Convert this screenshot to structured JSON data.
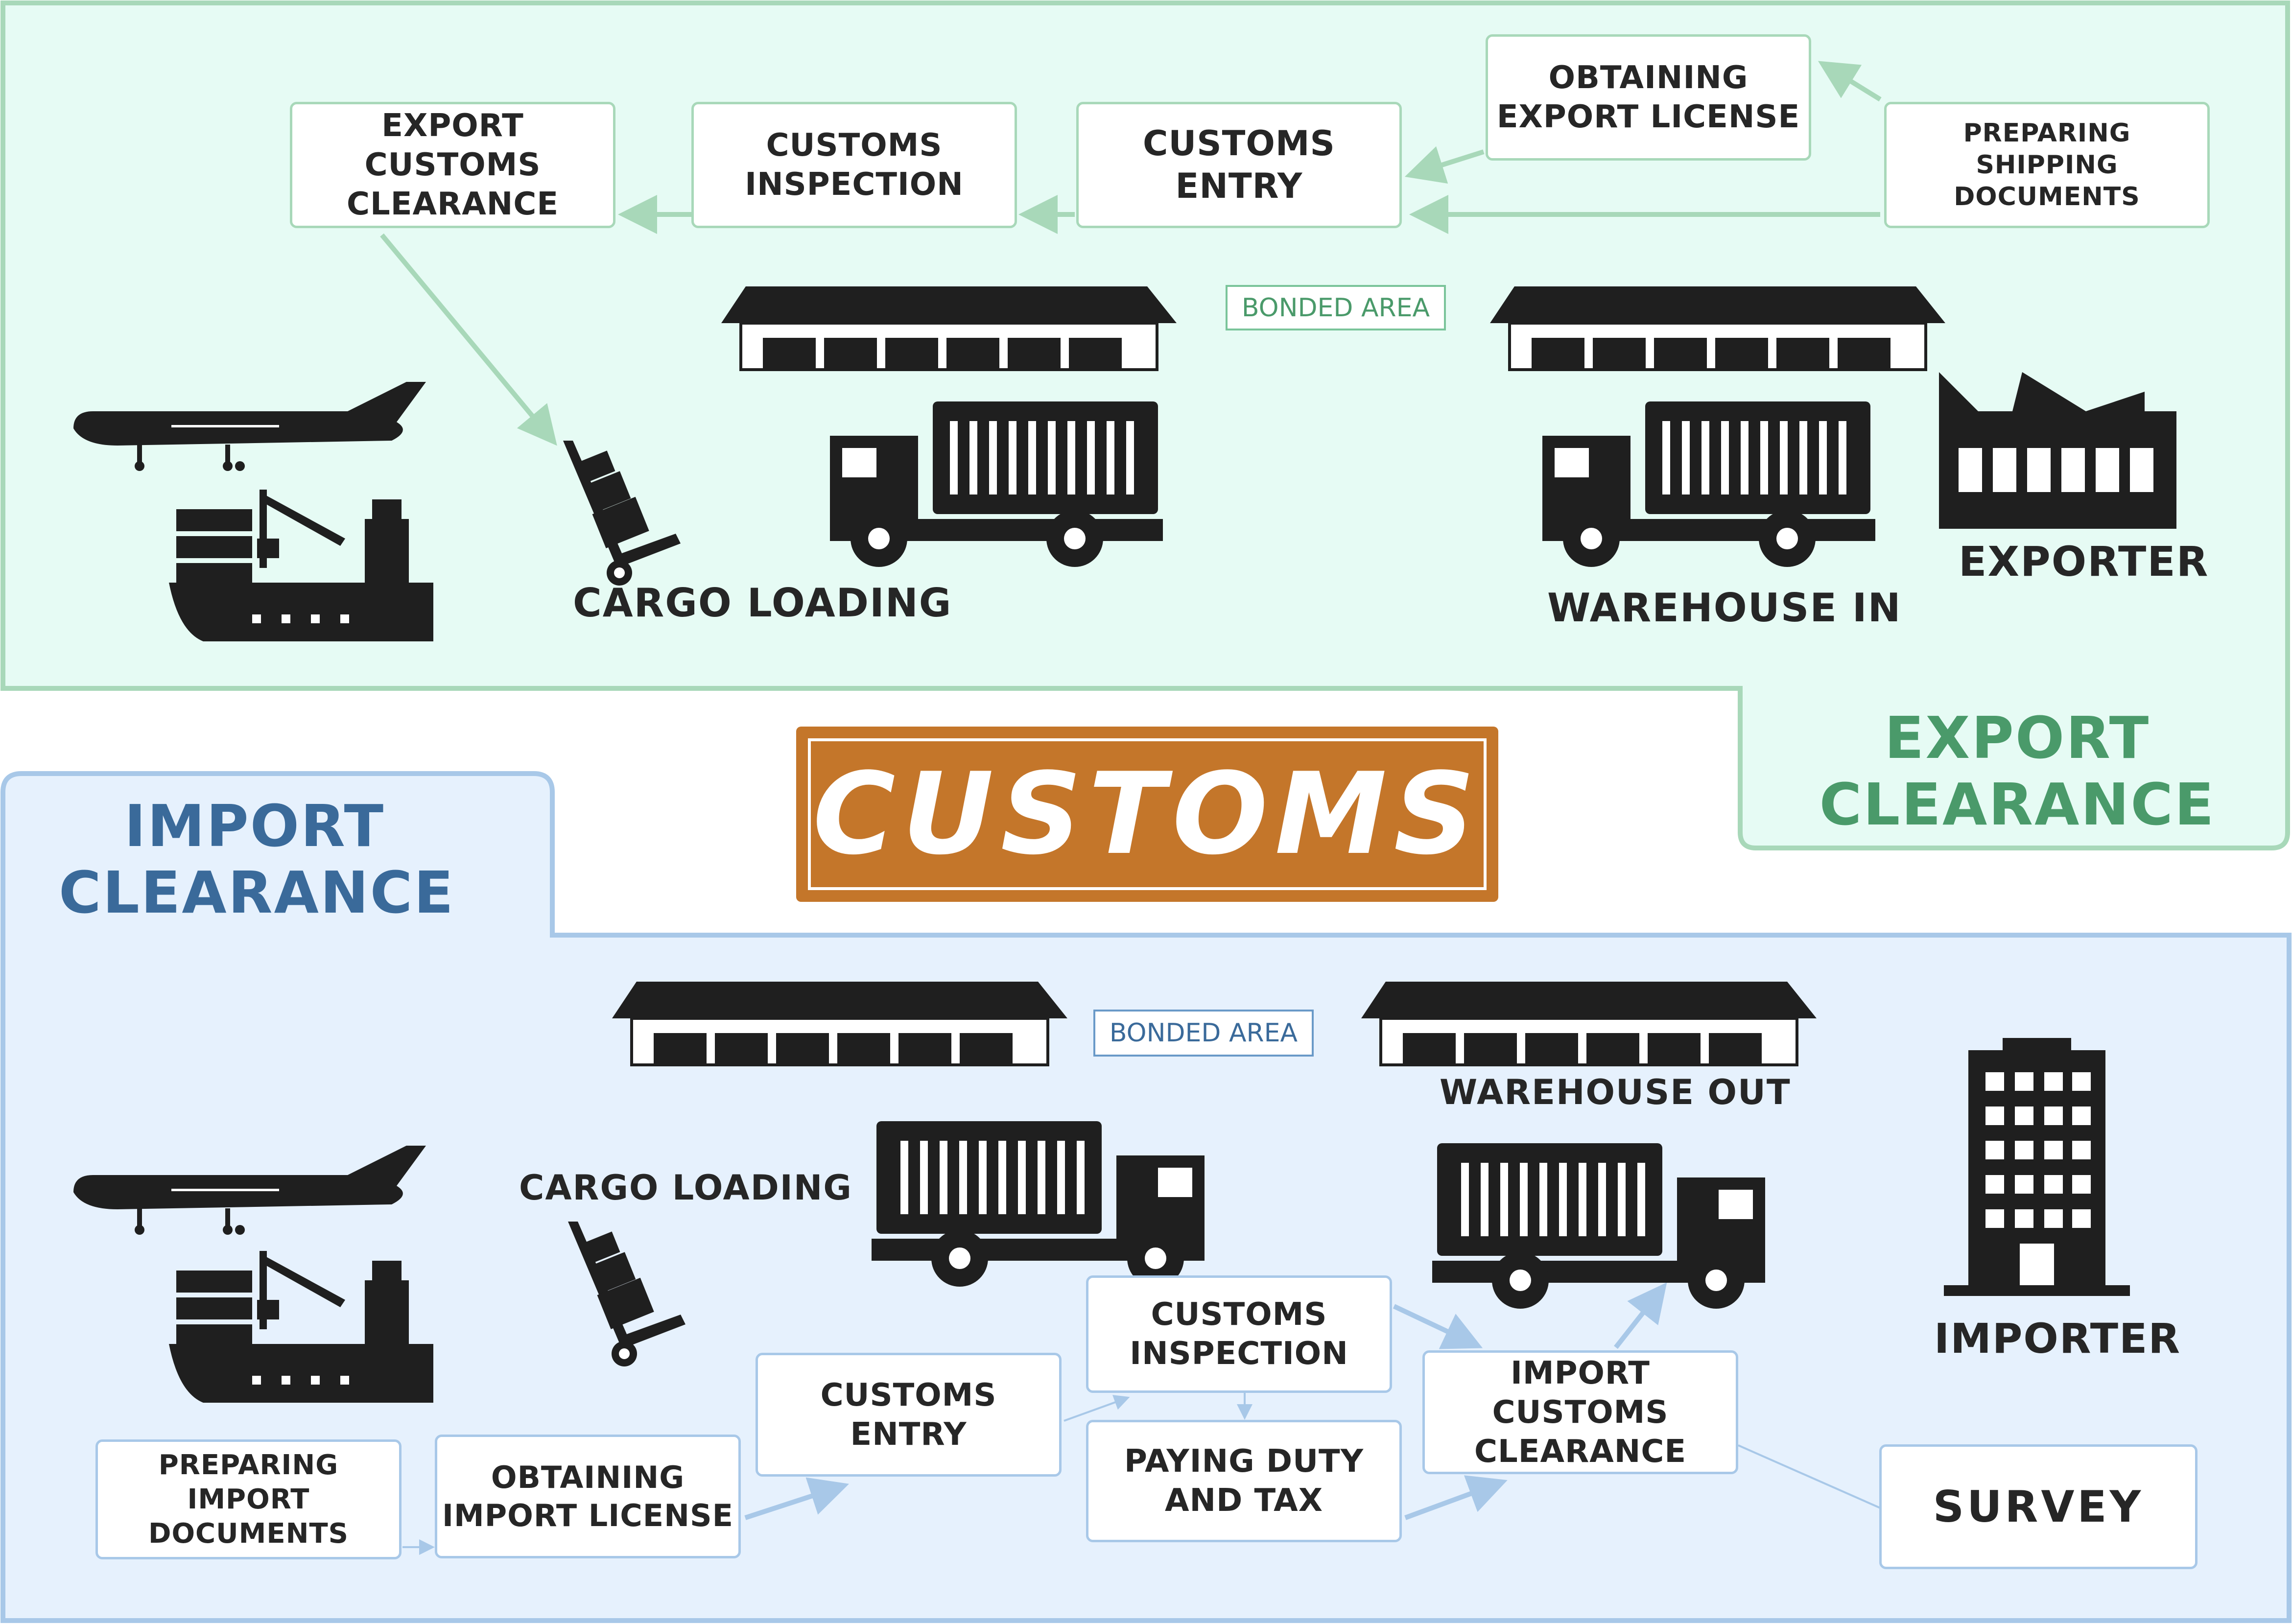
{
  "colors": {
    "export_fill": "#e6fbf4",
    "export_border": "#a8d8b9",
    "export_title": "#4a9a6a",
    "import_fill": "#e6f1fd",
    "import_border": "#a8c8e8",
    "import_title": "#3a6a9a",
    "banner": "#c4762a",
    "icon": "#1f1f1f"
  },
  "banner": {
    "title": "CUSTOMS"
  },
  "export": {
    "title": "EXPORT\nCLEARANCE",
    "steps": {
      "export_customs_clearance": "EXPORT CUSTOMS\nCLEARANCE",
      "customs_inspection": "CUSTOMS\nINSPECTION",
      "customs_entry": "CUSTOMS\nENTRY",
      "obtaining_export_license": "OBTAINING\nEXPORT LICENSE",
      "preparing_shipping_documents": "PREPARING\nSHIPPING DOCUMENTS"
    },
    "bonded_area": "BONDED AREA",
    "labels": {
      "cargo_loading": "CARGO LOADING",
      "warehouse_in": "WAREHOUSE IN",
      "exporter": "EXPORTER"
    }
  },
  "import": {
    "title": "IMPORT\nCLEARANCE",
    "steps": {
      "preparing_import_documents": "PREPARING IMPORT\nDOCUMENTS",
      "obtaining_import_license": "OBTAINING\nIMPORT LICENSE",
      "customs_entry": "CUSTOMS\nENTRY",
      "customs_inspection": "CUSTOMS\nINSPECTION",
      "paying_duty_and_tax": "PAYING DUTY\nAND TAX",
      "import_customs_clearance": "IMPORT CUSTOMS\nCLEARANCE",
      "survey": "SURVEY"
    },
    "bonded_area": "BONDED AREA",
    "labels": {
      "cargo_loading": "CARGO LOADING",
      "warehouse_out": "WAREHOUSE OUT",
      "importer": "IMPORTER"
    }
  },
  "icons": [
    "airplane-icon",
    "cargo-ship-icon",
    "hand-truck-icon",
    "warehouse-icon",
    "container-truck-icon",
    "factory-icon",
    "office-building-icon"
  ]
}
